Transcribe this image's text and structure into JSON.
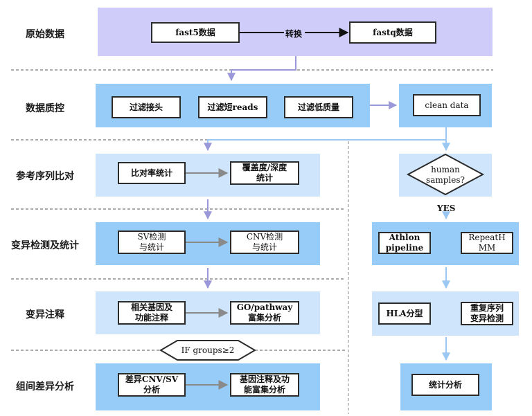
{
  "stages": {
    "raw": "原始数据",
    "qc": "数据质控",
    "align": "参考序列比对",
    "variant": "变异检测及统计",
    "annot": "变异注释",
    "group": "组间差异分析"
  },
  "boxes": {
    "fast5": "fast5数据",
    "convert": "转换",
    "fastq": "fastq数据",
    "filter_adapter": "过滤接头",
    "filter_short": "过滤短reads",
    "filter_lowq": "过滤低质量",
    "clean_data": "clean data",
    "map_rate": "比对率统计",
    "coverage": "覆盖度/深度\n统计",
    "sv": "SV检测\n与统计",
    "cnv": "CNV检测\n与统计",
    "gene_annot": "相关基因及\n功能注释",
    "go_pathway": "GO/pathway\n富集分析",
    "diff_cnv_sv": "差异CNV/SV\n分析",
    "gene_annot_enrich": "基因注释及功\n能富集分析",
    "human_samples": "human\nsamples?",
    "yes": "YES",
    "athlon": "Athlon\npipeline",
    "repeathmm": "RepeatH\nMM",
    "hla": "HLA分型",
    "repeat_variant": "重复序列\n变异检测",
    "stats": "统计分析",
    "if_groups": "IF groups≥2"
  },
  "colors": {
    "raw_band": "#cfccfa",
    "main_band": "#96ccf7",
    "light_band": "#cfe5fb",
    "arrow_blue": "#9bc8f2",
    "arrow_purple": "#9a98d9",
    "arrow_gray": "#8a8a8a",
    "border": "#2b2b2b"
  }
}
